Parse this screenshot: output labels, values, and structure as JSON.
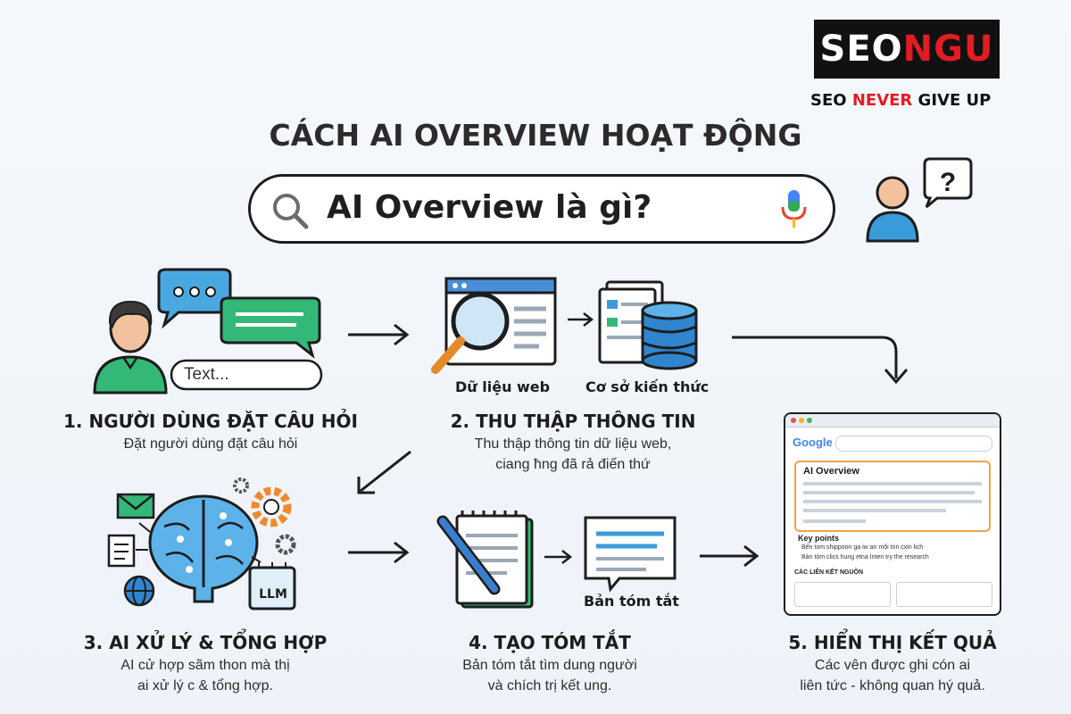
{
  "brand": {
    "logo_white": "SEO",
    "logo_red": "NGU",
    "tagline_start": "SEO ",
    "tagline_red": "NEVER",
    "tagline_end": " GIVE UP"
  },
  "title": "CÁCH AI OVERVIEW HOẠT ĐỘNG",
  "search": {
    "query": "AI Overview là gì?"
  },
  "steps": [
    {
      "title": "1. NGƯỜI DÙNG ĐẶT CÂU HỎI",
      "desc": [
        "Đặt người dùng đặt câu hỏi"
      ],
      "input_text": "Text..."
    },
    {
      "title": "2. THU THẬP THÔNG TIN",
      "desc": [
        "Thu thập thông tin dữ liệu web,",
        "ciang ħng đã rả điến thứ"
      ],
      "label_web": "Dữ liệu web",
      "label_kb": "Cơ sở kiến thức"
    },
    {
      "title": "3. AI XỬ LÝ & TỔNG HỢP",
      "desc": [
        "AI cử hợp sãm thon mà thị",
        "ai xử lý c & tổng hợp."
      ],
      "chip_label": "LLM"
    },
    {
      "title": "4. TẠO TÓM TẮT",
      "desc": [
        "Bản tóm tắt tìm dung người",
        "và chích trị kết ung."
      ],
      "summary_label": "Bản tóm tắt"
    },
    {
      "title": "5. HIỂN THỊ KẾT QUẢ",
      "desc": [
        "Các vên được ghi cón ai",
        "liên tức - không quan hý quả."
      ]
    }
  ],
  "result_mockup": {
    "google": "Google",
    "ai_overview": "AI Overview",
    "key_points": "Key points",
    "bullets": [
      "Bến tom shippoon ga iw an mõi trin cxin lich",
      "Bản tóm clics hung etna Inten try the research"
    ],
    "links_header": "CÁC LIÊN KẾT NGUỒN"
  },
  "colors": {
    "blue": "#3a9bd9",
    "green": "#2fb873",
    "orange": "#f39c3a",
    "dark": "#1d1d1d",
    "red": "#e31b23"
  },
  "icons": [
    "search-icon",
    "microphone-icon",
    "person-question-icon",
    "chat-bubble-icon",
    "magnifier-icon",
    "database-icon",
    "brain-icon",
    "gear-icon",
    "mail-icon",
    "globe-icon",
    "chip-icon",
    "notepad-pen-icon",
    "summary-card-icon",
    "browser-result-icon",
    "arrow-icon"
  ]
}
